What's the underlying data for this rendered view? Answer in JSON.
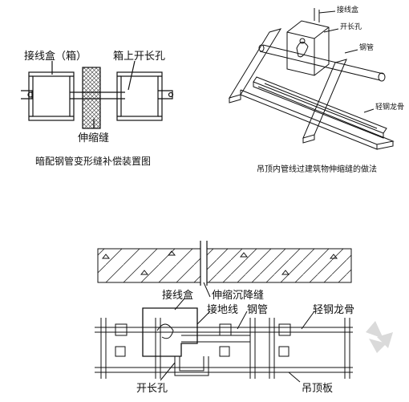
{
  "figure1": {
    "label_box": "接线盒（箱）",
    "label_slot": "箱上开长孔",
    "label_joint": "伸缩缝",
    "caption": "暗配钢管变形缝补偿装置图"
  },
  "figure2": {
    "label_box": "接线盒",
    "label_hole": "开长孔",
    "label_pipe": "钢管",
    "label_keel": "轻钢龙骨",
    "caption": "吊顶内管线过建筑物伸缩缝的做法"
  },
  "figure3": {
    "label_box": "接线盒",
    "label_joint": "伸缩沉降缝",
    "label_ground": "接地线",
    "label_pipe": "钢管",
    "label_keel": "轻钢龙骨",
    "label_hole": "开长孔",
    "label_board": "吊顶板"
  },
  "colors": {
    "line": "#111111",
    "hatch": "#333333",
    "watermark": "#cfcfcf"
  }
}
